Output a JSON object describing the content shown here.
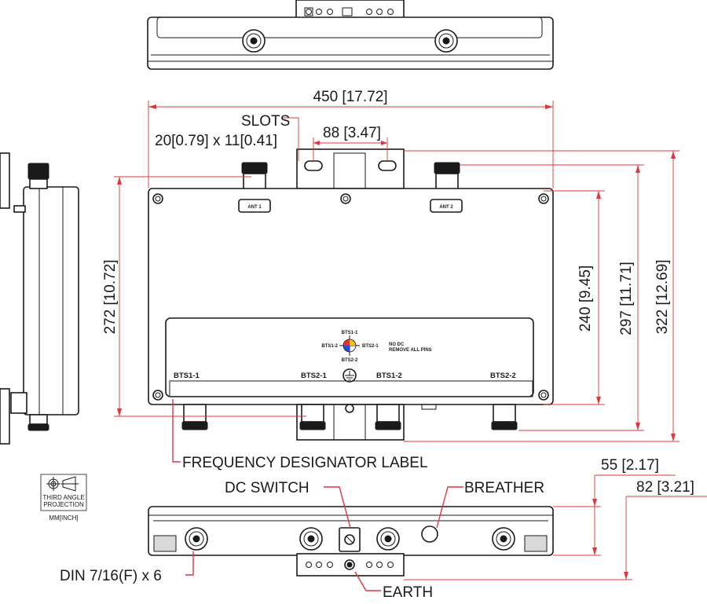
{
  "dimensions": {
    "width": "450 [17.72]",
    "slot_spacing": "88 [3.47]",
    "slots_title": "SLOTS",
    "slots_size": "20[0.79] x 11[0.41]",
    "left_height": "272 [10.72]",
    "height_240": "240 [9.45]",
    "height_297": "297 [11.71]",
    "height_322": "322 [12.69]",
    "depth_55": "55 [2.17]",
    "depth_82": "82 [3.21]"
  },
  "ports": {
    "ant1": "ANT 1",
    "ant2": "ANT 2",
    "bts1_1": "BTS1-1",
    "bts2_1": "BTS2-1",
    "bts1_2": "BTS1-2",
    "bts2_2": "BTS2-2"
  },
  "diagram_label": {
    "top": "BTS1-1",
    "left": "BTS1-2",
    "right": "BTS2-1",
    "bottom": "BTS2-2",
    "note1": "NO DC",
    "note2": "REMOVE ALL PINS",
    "colors": [
      "#e63030",
      "#f2c500",
      "#2a4fd6",
      "#ffffff"
    ]
  },
  "callouts": {
    "freq_label": "FREQUENCY DESIGNATOR LABEL",
    "dc_switch": "DC SWITCH",
    "breather": "BREATHER",
    "din": "DIN 7/16(F) x 6",
    "earth": "EARTH"
  },
  "projection": {
    "line1": "THIRD ANGLE",
    "line2": "PROJECTION",
    "units": "MM[INCH]"
  },
  "colors": {
    "dimension": "#e0353b",
    "outline": "#1a1a1a"
  }
}
